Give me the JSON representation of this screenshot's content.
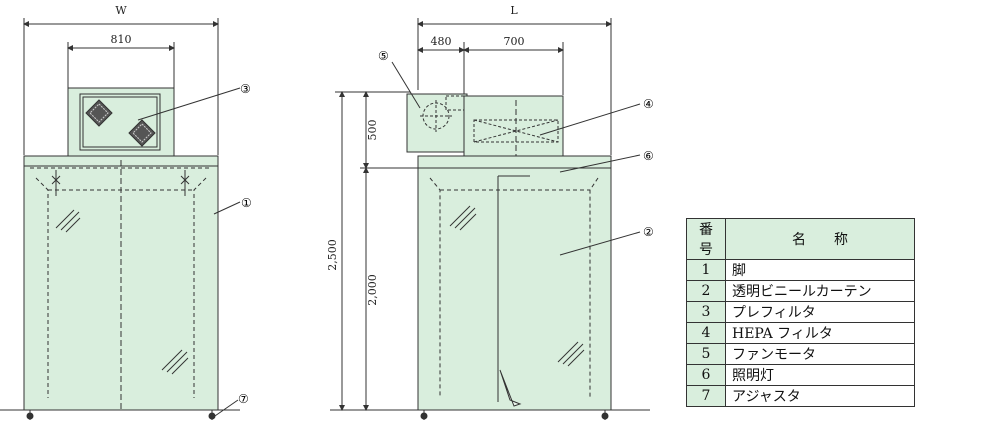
{
  "dimensions": {
    "width_label": "W",
    "length_label": "L",
    "prefilter_width": "810",
    "motor_width": "480",
    "hepa_width": "700",
    "top_height": "500",
    "total_height": "2,500",
    "curtain_height": "2,000"
  },
  "callouts": [
    "①",
    "②",
    "③",
    "④",
    "⑤",
    "⑥",
    "⑦"
  ],
  "table": {
    "header_num": "番号",
    "header_name": "名　　称",
    "rows": [
      {
        "num": "1",
        "name": "脚"
      },
      {
        "num": "2",
        "name": "透明ビニールカーテン"
      },
      {
        "num": "3",
        "name": "プレフィルタ"
      },
      {
        "num": "4",
        "name": "HEPA フィルタ"
      },
      {
        "num": "5",
        "name": "ファンモータ"
      },
      {
        "num": "6",
        "name": "照明灯"
      },
      {
        "num": "7",
        "name": "アジャスタ"
      }
    ]
  },
  "colors": {
    "fill": "#d9eedd",
    "line": "#333333"
  }
}
